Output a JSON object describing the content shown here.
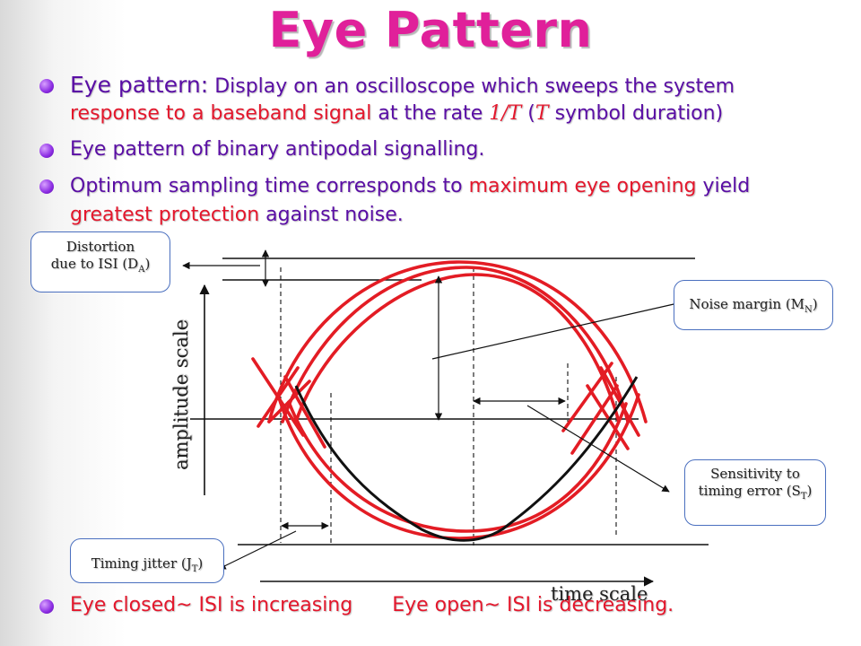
{
  "title": "Eye Pattern",
  "bullets": {
    "b1": {
      "lead": "Eye pattern:",
      "t1": " Display on an oscilloscope which sweeps the system",
      "t2": "response to a baseband signal",
      "t3": " at the rate ",
      "rate": "1/T",
      "t4": " (",
      "T": "T",
      "t5": " symbol duration)"
    },
    "b2": "Eye pattern of binary antipodal signalling.",
    "b3": {
      "t1": "Optimum sampling time corresponds to ",
      "t2": "maximum eye opening",
      "t3": " yield",
      "t4": "greatest protection",
      "t5": " against noise."
    },
    "bottom": {
      "closed": "Eye closed~ ISI is increasing",
      "open": "Eye open~ ISI is decreasing."
    }
  },
  "callouts": {
    "distortion": {
      "line1": "Distortion",
      "line2": "due to ISI (D",
      "sub": "A",
      "close": ")"
    },
    "noise": {
      "text": "Noise margin (M",
      "sub": "N",
      "close": ")"
    },
    "sensitivity": {
      "line1": "Sensitivity to",
      "line2": "timing error (S",
      "sub": "T",
      "close": ")"
    },
    "jitter": {
      "text": "Timing jitter (J",
      "sub": "T",
      "close": ")"
    }
  },
  "axes": {
    "amplitude": "amplitude scale",
    "time": "time scale"
  },
  "colors": {
    "title": "#e0209a",
    "lead": "#5a0ea5",
    "emphasis": "#e4172c",
    "curve_red": "#e31c24",
    "curve_black": "#111111",
    "callout_border": "#4a6fbf"
  }
}
